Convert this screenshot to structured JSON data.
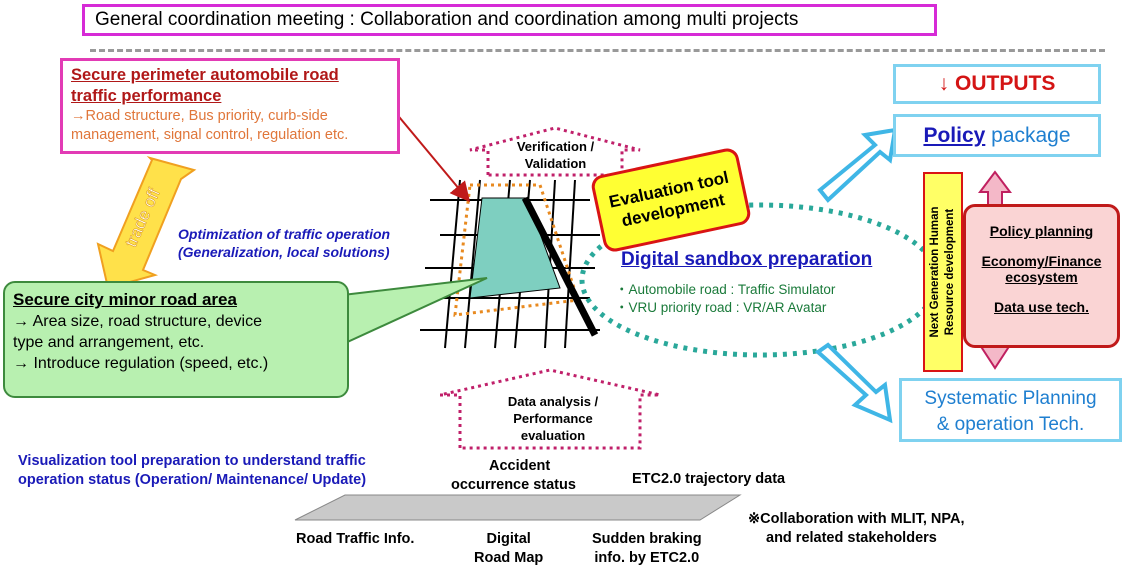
{
  "header": {
    "title": "General coordination meeting : Collaboration and coordination among multi projects"
  },
  "perimeter": {
    "title_line1": "Secure perimeter automobile road",
    "title_line2": "traffic performance",
    "desc_line1": "→Road structure, Bus priority, curb-side",
    "desc_line2": "management, signal control, regulation etc."
  },
  "tradeoff": {
    "label": "trade off"
  },
  "optimization": {
    "line1": "Optimization of traffic operation",
    "line2": "(Generalization, local solutions)"
  },
  "minor_road": {
    "title": "Secure city minor road area",
    "line1": "→ Area size, road structure, device",
    "line2": "type and arrangement, etc.",
    "line3": "→ Introduce regulation (speed, etc.)"
  },
  "verification": {
    "line1": "Verification /",
    "line2": "Validation"
  },
  "data_analysis": {
    "line1": "Data analysis /",
    "line2": "Performance",
    "line3": "evaluation"
  },
  "eval_tool": {
    "line1": "Evaluation tool",
    "line2": "development"
  },
  "sandbox": {
    "title": "Digital sandbox preparation",
    "item1": "・Automobile road : Traffic Simulator",
    "item2": "・VRU priority road : VR/AR Avatar"
  },
  "outputs": {
    "label": "↓ OUTPUTS",
    "policy_bold": "Policy",
    "policy_rest": " package",
    "systematic_line1": "Systematic Planning",
    "systematic_line2": "& operation Tech."
  },
  "hr_dev": {
    "line1": "Next Generation Human",
    "line2": "Resource development"
  },
  "policy_items": {
    "item1": "Policy planning",
    "item2_line1": "Economy/Finance",
    "item2_line2": "ecosystem",
    "item3": "Data use tech."
  },
  "visualization": {
    "line1": "Visualization tool preparation to understand traffic",
    "line2": "operation status (Operation/ Maintenance/ Update)"
  },
  "data_sources": {
    "accident_line1": "Accident",
    "accident_line2": "occurrence status",
    "etc_trajectory": "ETC2.0 trajectory data",
    "road_traffic": "Road Traffic Info.",
    "digital_line1": "Digital",
    "digital_line2": "Road Map",
    "sudden_line1": "Sudden braking",
    "sudden_line2": "info. by ETC2.0"
  },
  "collaboration": {
    "line1": "※Collaboration with MLIT, NPA,",
    "line2": "and related stakeholders"
  },
  "colors": {
    "magenta": "#d62ad6",
    "dark_red": "#b01818",
    "orange_text": "#e0763a",
    "green_box": "#b8f0b0",
    "blue_text": "#1a1ab8",
    "sky_blue": "#7fd2f0",
    "yellow": "#ffff33",
    "teal": "#2aa89a"
  }
}
